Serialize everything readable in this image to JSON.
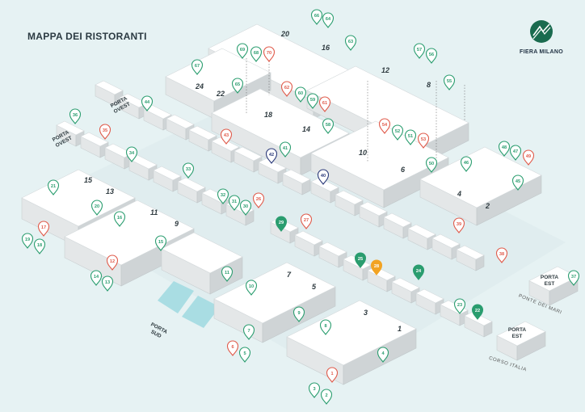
{
  "header": {
    "title": "MAPPA DEI RISTORANTI"
  },
  "logo": {
    "text": "FIERA MILANO",
    "color": "#1a6b4f"
  },
  "colors": {
    "background": "#e6f2f3",
    "building_top": "#ffffff",
    "building_side": "#cfd4d6",
    "building_front": "#e4e7e8",
    "pin_green": "#2a9d6f",
    "pin_red": "#e05a4a",
    "pin_navy": "#2b3a7a",
    "pin_orange": "#f2a323",
    "water": "#a9dde3"
  },
  "halls": [
    "20",
    "16",
    "12",
    "8",
    "24",
    "22",
    "18",
    "14",
    "10",
    "6",
    "15",
    "13",
    "11",
    "9",
    "7",
    "5",
    "3",
    "1",
    "4",
    "2"
  ],
  "entrances": [
    "PORTA OVEST",
    "PORTA OVEST",
    "PORTA SUD",
    "PORTA EST",
    "PORTA EST"
  ],
  "streets": [
    "PONTE DEI MARI",
    "CORSO ITALIA"
  ],
  "pins": [
    {
      "n": "66",
      "c": "green"
    },
    {
      "n": "64",
      "c": "green"
    },
    {
      "n": "63",
      "c": "green"
    },
    {
      "n": "67",
      "c": "green"
    },
    {
      "n": "69",
      "c": "green"
    },
    {
      "n": "68",
      "c": "green"
    },
    {
      "n": "70",
      "c": "red"
    },
    {
      "n": "65",
      "c": "green"
    },
    {
      "n": "57",
      "c": "green"
    },
    {
      "n": "56",
      "c": "green"
    },
    {
      "n": "55",
      "c": "green"
    },
    {
      "n": "62",
      "c": "red"
    },
    {
      "n": "60",
      "c": "green"
    },
    {
      "n": "59",
      "c": "green"
    },
    {
      "n": "61",
      "c": "red"
    },
    {
      "n": "58",
      "c": "green"
    },
    {
      "n": "44",
      "c": "green"
    },
    {
      "n": "36",
      "c": "green"
    },
    {
      "n": "35",
      "c": "red"
    },
    {
      "n": "43",
      "c": "red"
    },
    {
      "n": "42",
      "c": "navy"
    },
    {
      "n": "41",
      "c": "green"
    },
    {
      "n": "54",
      "c": "red"
    },
    {
      "n": "52",
      "c": "green"
    },
    {
      "n": "51",
      "c": "green"
    },
    {
      "n": "53",
      "c": "red"
    },
    {
      "n": "50",
      "c": "green"
    },
    {
      "n": "48",
      "c": "green"
    },
    {
      "n": "47",
      "c": "green"
    },
    {
      "n": "49",
      "c": "red"
    },
    {
      "n": "46",
      "c": "green"
    },
    {
      "n": "45",
      "c": "green"
    },
    {
      "n": "34",
      "c": "green"
    },
    {
      "n": "33",
      "c": "green"
    },
    {
      "n": "40",
      "c": "navy"
    },
    {
      "n": "32",
      "c": "green"
    },
    {
      "n": "31",
      "c": "green"
    },
    {
      "n": "30",
      "c": "green"
    },
    {
      "n": "26",
      "c": "red"
    },
    {
      "n": "21",
      "c": "green"
    },
    {
      "n": "20",
      "c": "green"
    },
    {
      "n": "16",
      "c": "green"
    },
    {
      "n": "17",
      "c": "red"
    },
    {
      "n": "19",
      "c": "green"
    },
    {
      "n": "18",
      "c": "green"
    },
    {
      "n": "15",
      "c": "green"
    },
    {
      "n": "12",
      "c": "red"
    },
    {
      "n": "14",
      "c": "green"
    },
    {
      "n": "13",
      "c": "green"
    },
    {
      "n": "11",
      "c": "green"
    },
    {
      "n": "10",
      "c": "green"
    },
    {
      "n": "29",
      "c": "green-solid"
    },
    {
      "n": "27",
      "c": "red"
    },
    {
      "n": "39",
      "c": "red"
    },
    {
      "n": "38",
      "c": "red"
    },
    {
      "n": "25",
      "c": "green-solid"
    },
    {
      "n": "28",
      "c": "orange-solid"
    },
    {
      "n": "24",
      "c": "green-solid"
    },
    {
      "n": "23",
      "c": "green"
    },
    {
      "n": "22",
      "c": "green-solid"
    },
    {
      "n": "37",
      "c": "green"
    },
    {
      "n": "9",
      "c": "green"
    },
    {
      "n": "8",
      "c": "green"
    },
    {
      "n": "6",
      "c": "red"
    },
    {
      "n": "7",
      "c": "green"
    },
    {
      "n": "5",
      "c": "green"
    },
    {
      "n": "4",
      "c": "green"
    },
    {
      "n": "1",
      "c": "red"
    },
    {
      "n": "3",
      "c": "green"
    },
    {
      "n": "2",
      "c": "green"
    }
  ]
}
